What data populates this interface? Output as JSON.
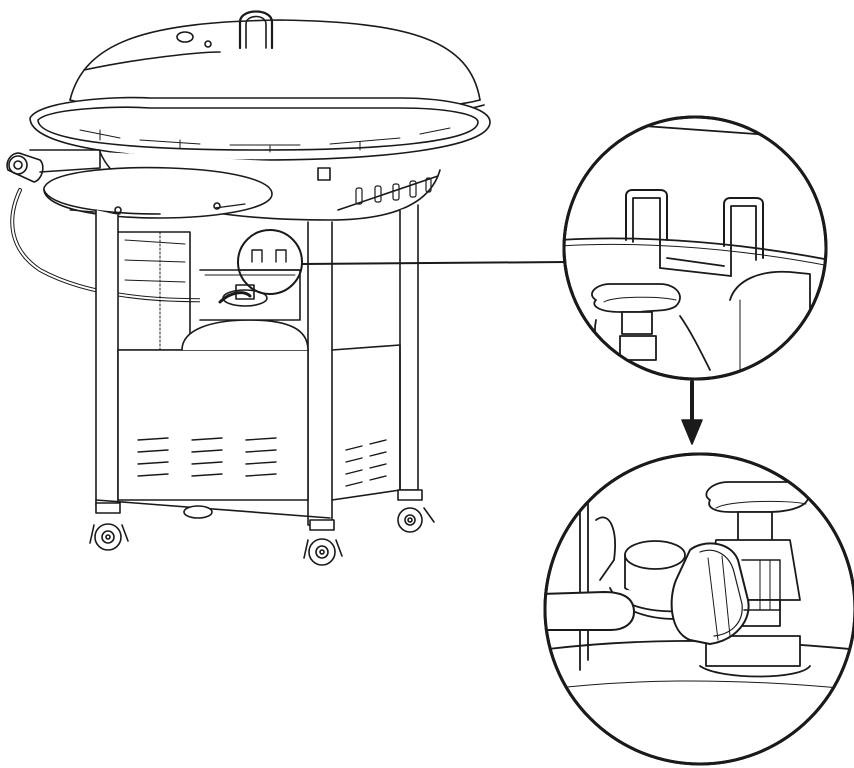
{
  "figure": {
    "kind": "assembly-illustration",
    "subject": "grill-cart-propane-tank-connection",
    "callouts": [
      {
        "name": "detail-tank-collar",
        "shows": "tank-collar-bracket"
      },
      {
        "name": "detail-regulator-connection",
        "shows": "regulator-attached-to-tank-valve"
      }
    ],
    "arrow_direction": "down",
    "colors": {
      "line": "#1a1a1a",
      "background": "#ffffff",
      "light_fill": "#f2f2f2"
    }
  }
}
